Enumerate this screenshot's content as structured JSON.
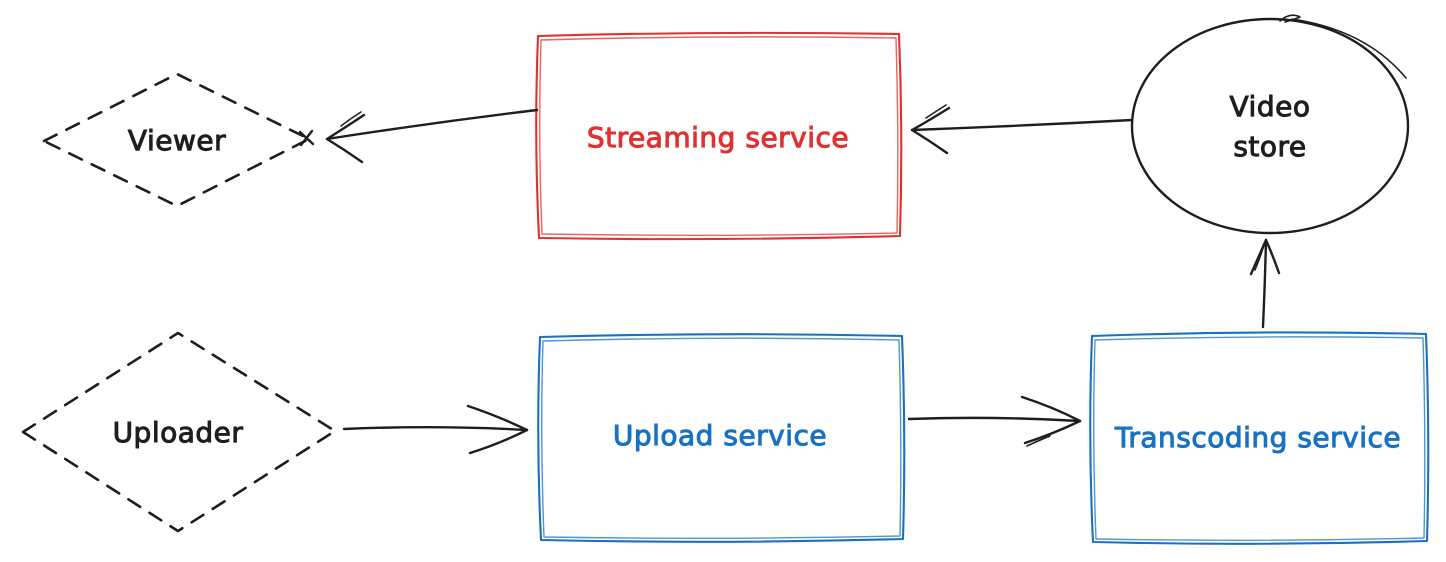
{
  "colors": {
    "ink": "#1e1e1e",
    "red": "#e03131",
    "blue": "#1971c2",
    "background": "#ffffff"
  },
  "nodes": {
    "viewer": {
      "label": "Viewer",
      "shape": "diamond",
      "border": "dashed",
      "color": "#1e1e1e"
    },
    "streaming_service": {
      "label": "Streaming service",
      "shape": "rectangle",
      "border": "solid",
      "color": "#e03131"
    },
    "video_store": {
      "label": "Video store",
      "label_lines": [
        "Video",
        "store"
      ],
      "shape": "ellipse",
      "border": "solid",
      "color": "#1e1e1e"
    },
    "uploader": {
      "label": "Uploader",
      "shape": "diamond",
      "border": "dashed",
      "color": "#1e1e1e"
    },
    "upload_service": {
      "label": "Upload service",
      "shape": "rectangle",
      "border": "solid",
      "color": "#1971c2"
    },
    "transcoding_service": {
      "label": "Transcoding service",
      "shape": "rectangle",
      "border": "solid",
      "color": "#1971c2"
    }
  },
  "edges": [
    {
      "from": "video_store",
      "to": "streaming_service"
    },
    {
      "from": "streaming_service",
      "to": "viewer"
    },
    {
      "from": "uploader",
      "to": "upload_service"
    },
    {
      "from": "upload_service",
      "to": "transcoding_service"
    },
    {
      "from": "transcoding_service",
      "to": "video_store"
    }
  ]
}
